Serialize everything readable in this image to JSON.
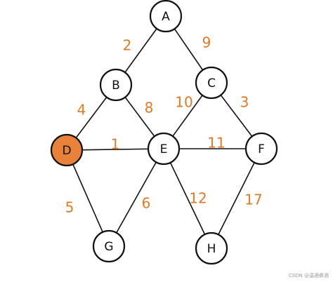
{
  "graph": {
    "nodes": [
      {
        "id": "A",
        "label": "A",
        "fill": "#ffffff"
      },
      {
        "id": "B",
        "label": "B",
        "fill": "#ffffff"
      },
      {
        "id": "C",
        "label": "C",
        "fill": "#ffffff"
      },
      {
        "id": "D",
        "label": "D",
        "fill": "#e8823a"
      },
      {
        "id": "E",
        "label": "E",
        "fill": "#ffffff"
      },
      {
        "id": "F",
        "label": "F",
        "fill": "#ffffff"
      },
      {
        "id": "G",
        "label": "G",
        "fill": "#ffffff"
      },
      {
        "id": "H",
        "label": "H",
        "fill": "#ffffff"
      }
    ],
    "edges": [
      {
        "from": "A",
        "to": "B",
        "weight": "2"
      },
      {
        "from": "A",
        "to": "C",
        "weight": "9"
      },
      {
        "from": "B",
        "to": "D",
        "weight": "4"
      },
      {
        "from": "B",
        "to": "E",
        "weight": "8"
      },
      {
        "from": "C",
        "to": "E",
        "weight": "10"
      },
      {
        "from": "C",
        "to": "F",
        "weight": "3"
      },
      {
        "from": "D",
        "to": "E",
        "weight": "1"
      },
      {
        "from": "E",
        "to": "F",
        "weight": "11"
      },
      {
        "from": "D",
        "to": "G",
        "weight": "5"
      },
      {
        "from": "E",
        "to": "G",
        "weight": "6"
      },
      {
        "from": "E",
        "to": "H",
        "weight": "12"
      },
      {
        "from": "F",
        "to": "H",
        "weight": "17"
      }
    ],
    "highlight_color": "#e8823a",
    "weight_color": "#e07a26"
  },
  "watermark": "CSDN @温酒煮酒"
}
